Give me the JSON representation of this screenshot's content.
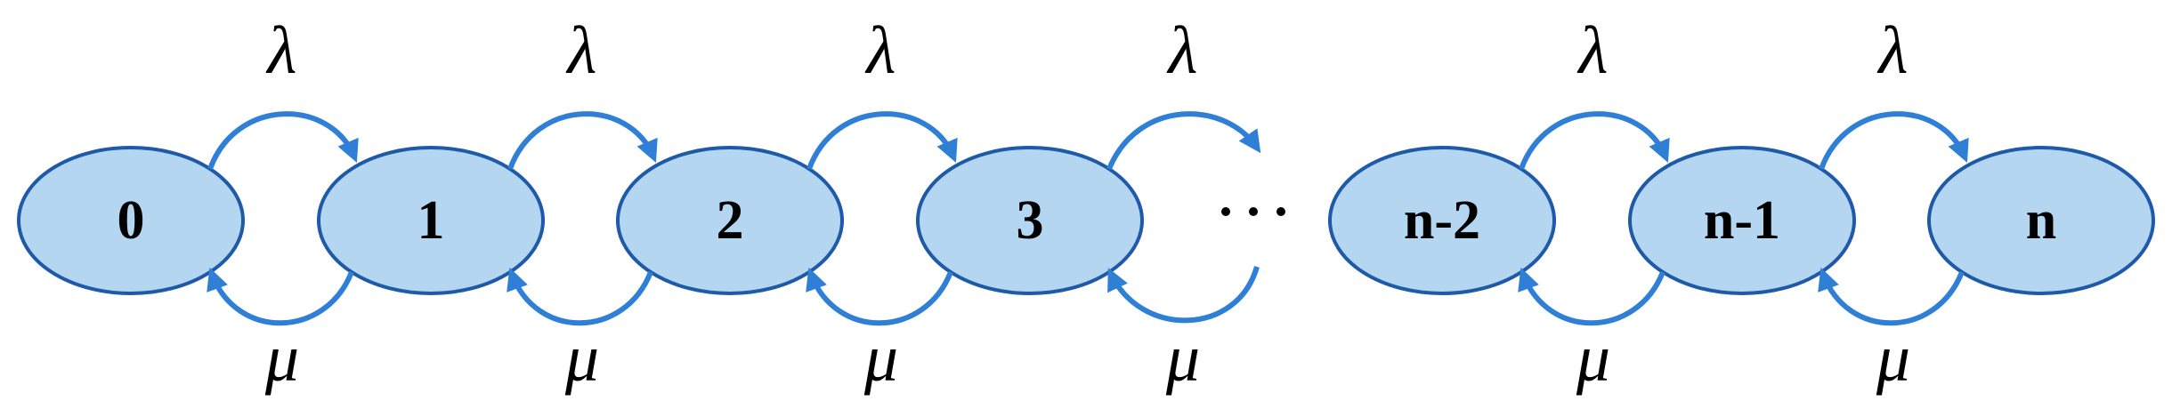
{
  "states": [
    {
      "id": "s0",
      "label": "0"
    },
    {
      "id": "s1",
      "label": "1"
    },
    {
      "id": "s2",
      "label": "2"
    },
    {
      "id": "s3",
      "label": "3"
    },
    {
      "id": "sn2",
      "label": "n-2"
    },
    {
      "id": "sn1",
      "label": "n-1"
    },
    {
      "id": "sn",
      "label": "n"
    }
  ],
  "transitions": [
    {
      "rate_forward": "λ",
      "rate_backward": "μ"
    },
    {
      "rate_forward": "λ",
      "rate_backward": "μ"
    },
    {
      "rate_forward": "λ",
      "rate_backward": "μ"
    },
    {
      "rate_forward": "λ",
      "rate_backward": "μ"
    },
    {
      "rate_forward": "λ",
      "rate_backward": "μ"
    },
    {
      "rate_forward": "λ",
      "rate_backward": "μ"
    }
  ],
  "colors": {
    "state_fill": "#b4d6f0",
    "state_stroke": "#1e5aa8",
    "arrow": "#2f7fd6",
    "text": "#000000"
  }
}
